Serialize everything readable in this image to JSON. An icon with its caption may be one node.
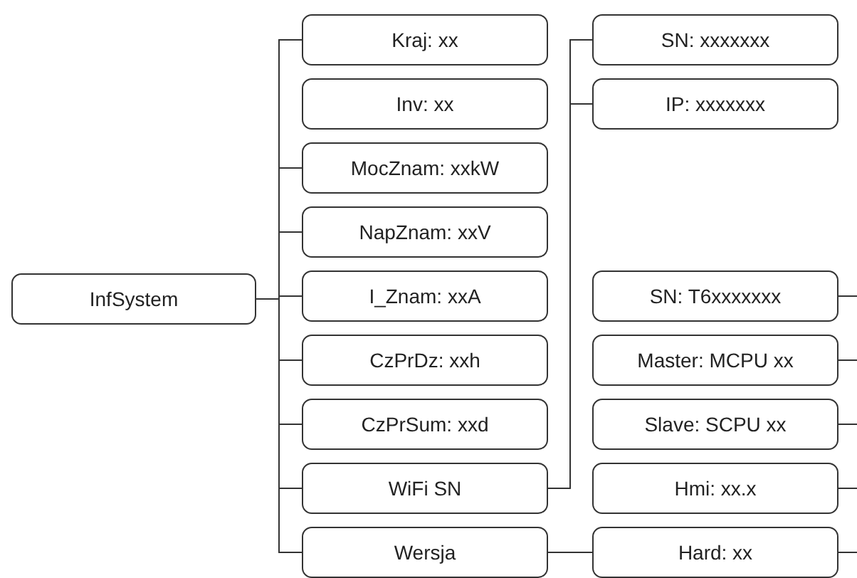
{
  "diagram": {
    "nodes": [
      {
        "text": [
          "InfSystem"
        ]
      },
      {
        "text": [
          "Kraj: xx"
        ]
      },
      {
        "text": [
          "Inv: xx"
        ]
      },
      {
        "text": [
          "MocZnam: xxkW"
        ]
      },
      {
        "text": [
          "NapZnam: xxV"
        ]
      },
      {
        "text": [
          "I_Znam: xxA"
        ]
      },
      {
        "text": [
          "CzPrDz: xxh"
        ]
      },
      {
        "text": [
          "CzPrSum: xxd"
        ]
      },
      {
        "text": [
          "WiFi SN"
        ]
      },
      {
        "text": [
          "Wersja"
        ]
      },
      {
        "text": [
          "SN: xxxxxxx"
        ]
      },
      {
        "text": [
          "IP: xxxxxxx"
        ]
      },
      {
        "text": [
          "SN: T6xxxxxxx"
        ]
      },
      {
        "text": [
          "Master: MCPU xx"
        ]
      },
      {
        "text": [
          "Slave: SCPU xx"
        ]
      },
      {
        "text": [
          "Hmi: xx.x"
        ]
      },
      {
        "text": [
          "Hard: xx"
        ]
      }
    ],
    "edges": [
      {
        "from": 0,
        "to": 1,
        "arrow": "none"
      },
      {
        "from": 0,
        "to": 3,
        "arrow": "none"
      },
      {
        "from": 0,
        "to": 4,
        "arrow": "none"
      },
      {
        "from": 0,
        "to": 5,
        "arrow": "none"
      },
      {
        "from": 0,
        "to": 6,
        "arrow": "none"
      },
      {
        "from": 0,
        "to": 7,
        "arrow": "none"
      },
      {
        "from": 0,
        "to": 8,
        "arrow": "none"
      },
      {
        "from": 0,
        "to": 9,
        "arrow": "none"
      },
      {
        "from": 8,
        "to": 10,
        "arrow": "none"
      },
      {
        "from": 8,
        "to": 11,
        "arrow": "none"
      },
      {
        "from": 9,
        "to": 16,
        "arrow": "none"
      },
      {
        "from": 12,
        "to": null,
        "arrow": "none"
      },
      {
        "from": 13,
        "to": null,
        "arrow": "none"
      },
      {
        "from": 14,
        "to": null,
        "arrow": "none"
      },
      {
        "from": 15,
        "to": null,
        "arrow": "none"
      },
      {
        "from": 16,
        "to": null,
        "arrow": "none"
      }
    ]
  }
}
